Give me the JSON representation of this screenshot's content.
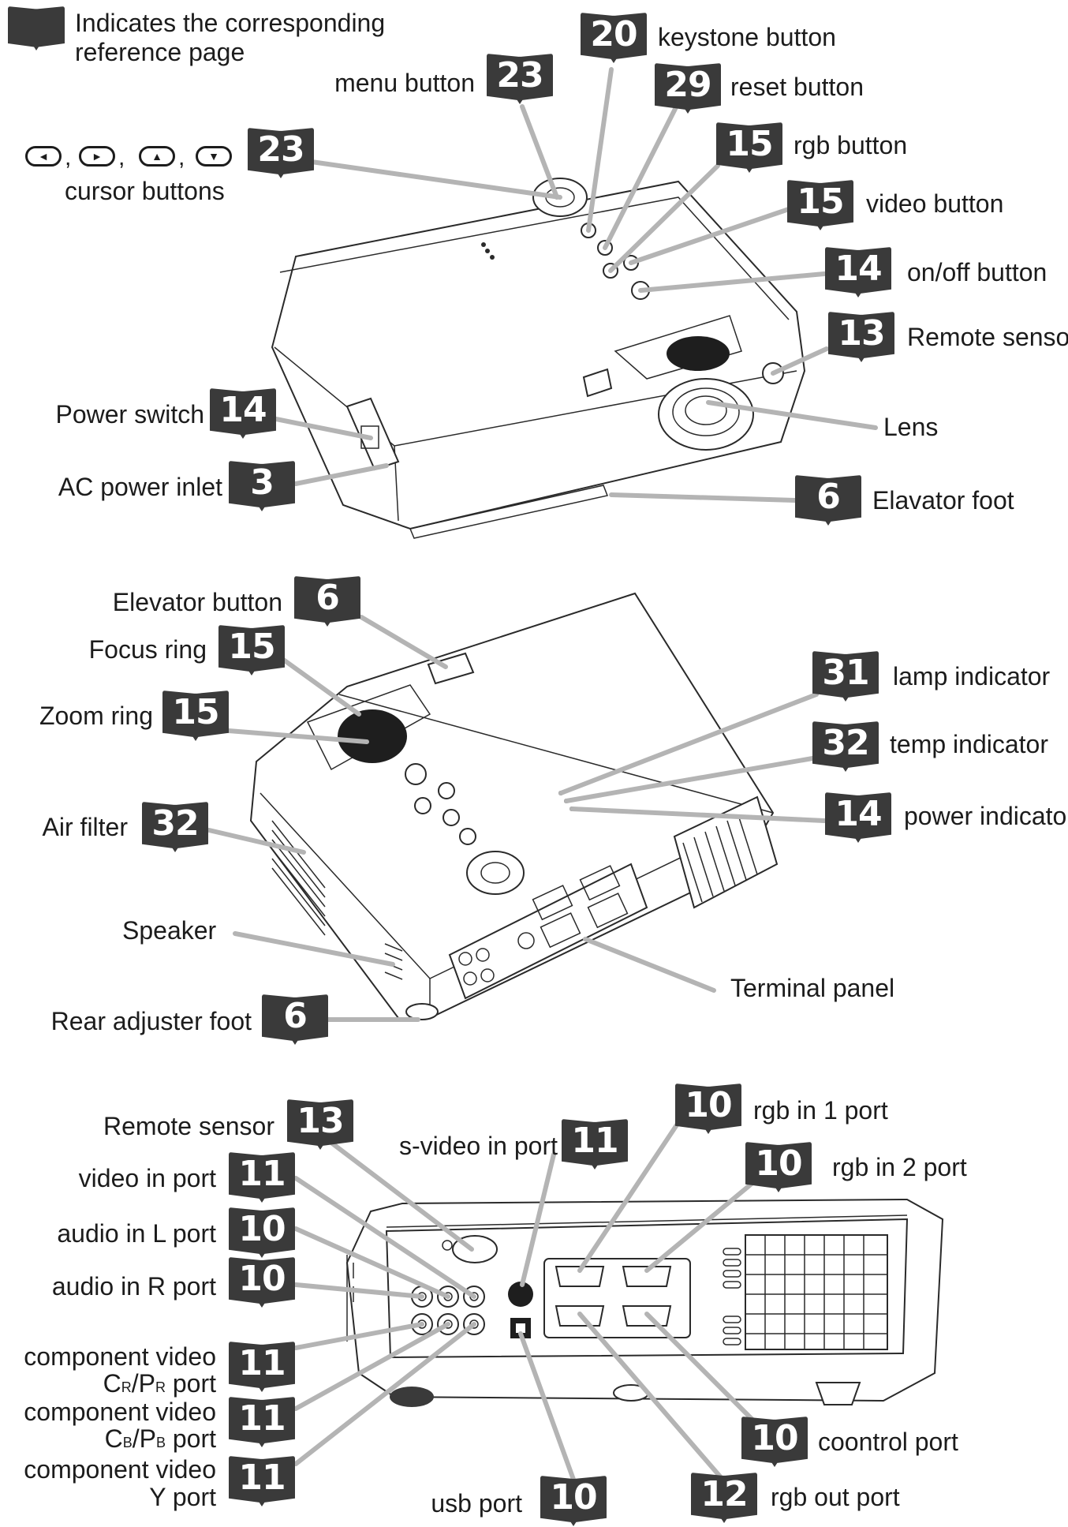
{
  "legend": {
    "text_line1": "Indicates the corresponding",
    "text_line2": "reference page"
  },
  "top_view": {
    "menu_button": {
      "label": "menu button",
      "page": "23"
    },
    "keystone_button": {
      "label": "keystone button",
      "page": "20"
    },
    "reset_button": {
      "label": "reset button",
      "page": "29"
    },
    "rgb_button": {
      "label": "rgb button",
      "page": "15"
    },
    "video_button": {
      "label": "video button",
      "page": "15"
    },
    "onoff_button": {
      "label": "on/off button",
      "page": "14"
    },
    "remote_sensor": {
      "label": "Remote sensor",
      "page": "13"
    },
    "cursor_buttons": {
      "label": "cursor buttons",
      "page": "23",
      "symbols": [
        "◄",
        "►",
        "▲",
        "▼"
      ]
    },
    "lens": {
      "label": "Lens"
    },
    "power_switch": {
      "label": "Power switch",
      "page": "14"
    },
    "ac_power_inlet": {
      "label": "AC power inlet",
      "page": "3"
    },
    "elevator_foot": {
      "label": "Elavator foot",
      "page": "6"
    }
  },
  "rear_view": {
    "elevator_button": {
      "label": "Elevator button",
      "page": "6"
    },
    "focus_ring": {
      "label": "Focus ring",
      "page": "15"
    },
    "zoom_ring": {
      "label": "Zoom ring",
      "page": "15"
    },
    "lamp_indicator": {
      "label": "lamp indicator",
      "page": "31"
    },
    "temp_indicator": {
      "label": "temp indicator",
      "page": "32"
    },
    "power_indicator": {
      "label": "power indicator",
      "page": "14"
    },
    "air_filter": {
      "label": "Air filter",
      "page": "32"
    },
    "speaker": {
      "label": "Speaker"
    },
    "terminal_panel": {
      "label": "Terminal panel"
    },
    "rear_adjuster_foot": {
      "label": "Rear adjuster foot",
      "page": "6"
    }
  },
  "terminal_view": {
    "remote_sensor": {
      "label": "Remote sensor",
      "page": "13"
    },
    "svideo_in_port": {
      "label": "s-video in port",
      "page": "11"
    },
    "rgb_in1_port": {
      "label": "rgb in 1 port",
      "page": "10"
    },
    "rgb_in2_port": {
      "label": "rgb in 2 port",
      "page": "10"
    },
    "video_in_port": {
      "label": "video in port",
      "page": "11"
    },
    "audio_in_l_port": {
      "label": "audio in L port",
      "page": "10"
    },
    "audio_in_r_port": {
      "label": "audio in R port",
      "page": "10"
    },
    "component_cr": {
      "line1": "component video",
      "line2_main": "C",
      "line2_sub1": "R",
      "line2_slash": "/P",
      "line2_sub2": "R",
      "line2_tail": " port",
      "page": "11"
    },
    "component_cb": {
      "line1": "component video",
      "line2_main": "C",
      "line2_sub1": "B",
      "line2_slash": "/P",
      "line2_sub2": "B",
      "line2_tail": " port",
      "page": "11"
    },
    "component_y": {
      "line1": "component video",
      "line2": "Y port",
      "page": "11"
    },
    "usb_port": {
      "label": "usb port",
      "page": "10"
    },
    "control_port": {
      "label": "coontrol port",
      "page": "10"
    },
    "rgb_out_port": {
      "label": "rgb out port",
      "page": "12"
    }
  }
}
